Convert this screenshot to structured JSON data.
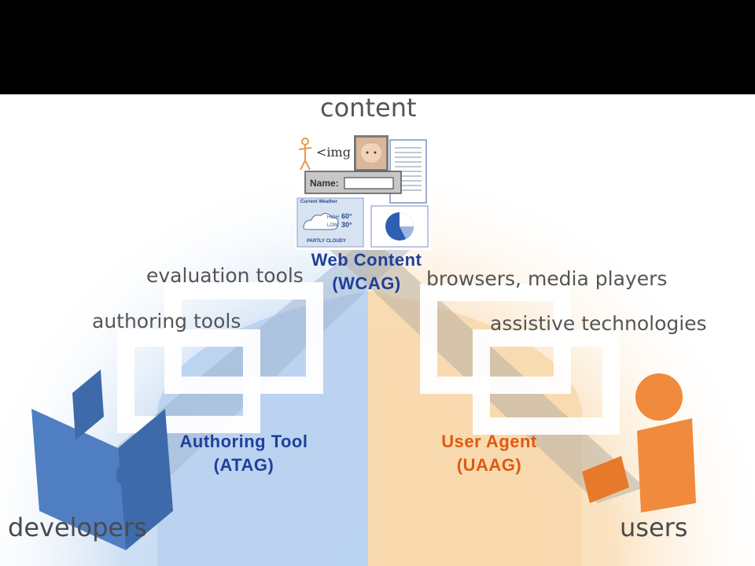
{
  "diagram": {
    "content_label": "content",
    "web_content": {
      "line1": "Web Content",
      "line2": "(WCAG)"
    },
    "left": {
      "evaluation_tools": "evaluation tools",
      "authoring_tools": "authoring tools",
      "developers": "developers",
      "caption_line1": "Authoring Tool",
      "caption_line2": "(ATAG)"
    },
    "right": {
      "browsers": "browsers, media players",
      "assistive": "assistive technologies",
      "users": "users",
      "caption_line1": "User Agent",
      "caption_line2": "(UAAG)"
    },
    "collage": {
      "img_tag": "<img",
      "name_field": "Name:",
      "weather_title": "Current Weather",
      "weather_high_label": "HIGH",
      "weather_low_label": "LOW",
      "weather_high": "60°",
      "weather_low": "30°",
      "weather_condition": "PARTLY CLOUDY"
    }
  },
  "colors": {
    "developer_blue": "#4f7fc2",
    "user_orange": "#f08a3c",
    "caption_blue": "#1f3f9a",
    "caption_orange": "#dd5a10",
    "top_bar": "#000000"
  }
}
